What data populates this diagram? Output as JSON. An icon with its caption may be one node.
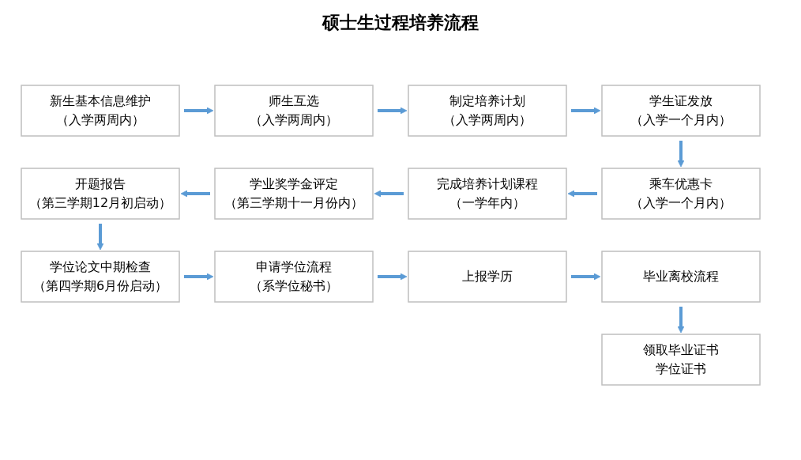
{
  "diagram": {
    "title": "硕士生过程培养流程",
    "nodes": [
      {
        "text": [
          "新生基本信息维护",
          "（入学两周内）"
        ]
      },
      {
        "text": [
          "师生互选",
          "（入学两周内）"
        ]
      },
      {
        "text": [
          "制定培养计划",
          "（入学两周内）"
        ]
      },
      {
        "text": [
          "学生证发放",
          "（入学一个月内）"
        ]
      },
      {
        "text": [
          "乘车优惠卡",
          "（入学一个月内）"
        ]
      },
      {
        "text": [
          "完成培养计划课程",
          "（一学年内）"
        ]
      },
      {
        "text": [
          "学业奖学金评定",
          "（第三学期十一月份内）"
        ]
      },
      {
        "text": [
          "开题报告",
          "（第三学期12月初启动）"
        ]
      },
      {
        "text": [
          "学位论文中期检查",
          "（第四学期6月份启动）"
        ]
      },
      {
        "text": [
          "申请学位流程",
          "（系学位秘书）"
        ]
      },
      {
        "text": [
          "上报学历"
        ]
      },
      {
        "text": [
          "毕业离校流程"
        ]
      },
      {
        "text": [
          "领取毕业证书",
          "学位证书"
        ]
      }
    ],
    "edges": [
      {
        "from": 0,
        "to": 1,
        "arrow": "to"
      },
      {
        "from": 1,
        "to": 2,
        "arrow": "to"
      },
      {
        "from": 2,
        "to": 3,
        "arrow": "to"
      },
      {
        "from": 3,
        "to": 4,
        "arrow": "to"
      },
      {
        "from": 4,
        "to": 5,
        "arrow": "to"
      },
      {
        "from": 5,
        "to": 6,
        "arrow": "to"
      },
      {
        "from": 6,
        "to": 7,
        "arrow": "to"
      },
      {
        "from": 7,
        "to": 8,
        "arrow": "to"
      },
      {
        "from": 8,
        "to": 9,
        "arrow": "to"
      },
      {
        "from": 9,
        "to": 10,
        "arrow": "to"
      },
      {
        "from": 10,
        "to": 11,
        "arrow": "to"
      },
      {
        "from": 11,
        "to": 12,
        "arrow": "to"
      }
    ]
  }
}
